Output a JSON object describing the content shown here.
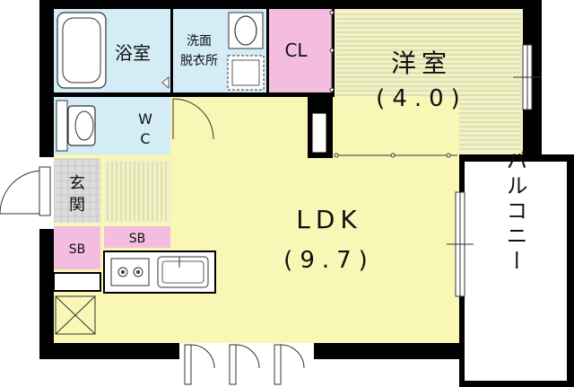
{
  "rooms": {
    "bath": "浴室",
    "washroom_line1": "洗面",
    "washroom_line2": "脱衣所",
    "closet": "CL",
    "western_room": "洋室",
    "western_room_size": "(4.0)",
    "toilet_w": "W",
    "toilet_c": "C",
    "entrance_char1": "玄",
    "entrance_char2": "関",
    "shoe_box_upper": "SB",
    "shoe_box_lower": "SB",
    "ldk": "LDK",
    "ldk_size": "(9.7)",
    "balcony": "バルコニー"
  },
  "colors": {
    "wall": "#000000",
    "bath_zone": "#d4ecf6",
    "closet": "#f4bde0",
    "western_room": "#f2f2c8",
    "ldk": "#f9f7b5",
    "entrance": "#dcdcdc",
    "balcony": "#ffffff",
    "floor_lines": "#bfbf88"
  }
}
